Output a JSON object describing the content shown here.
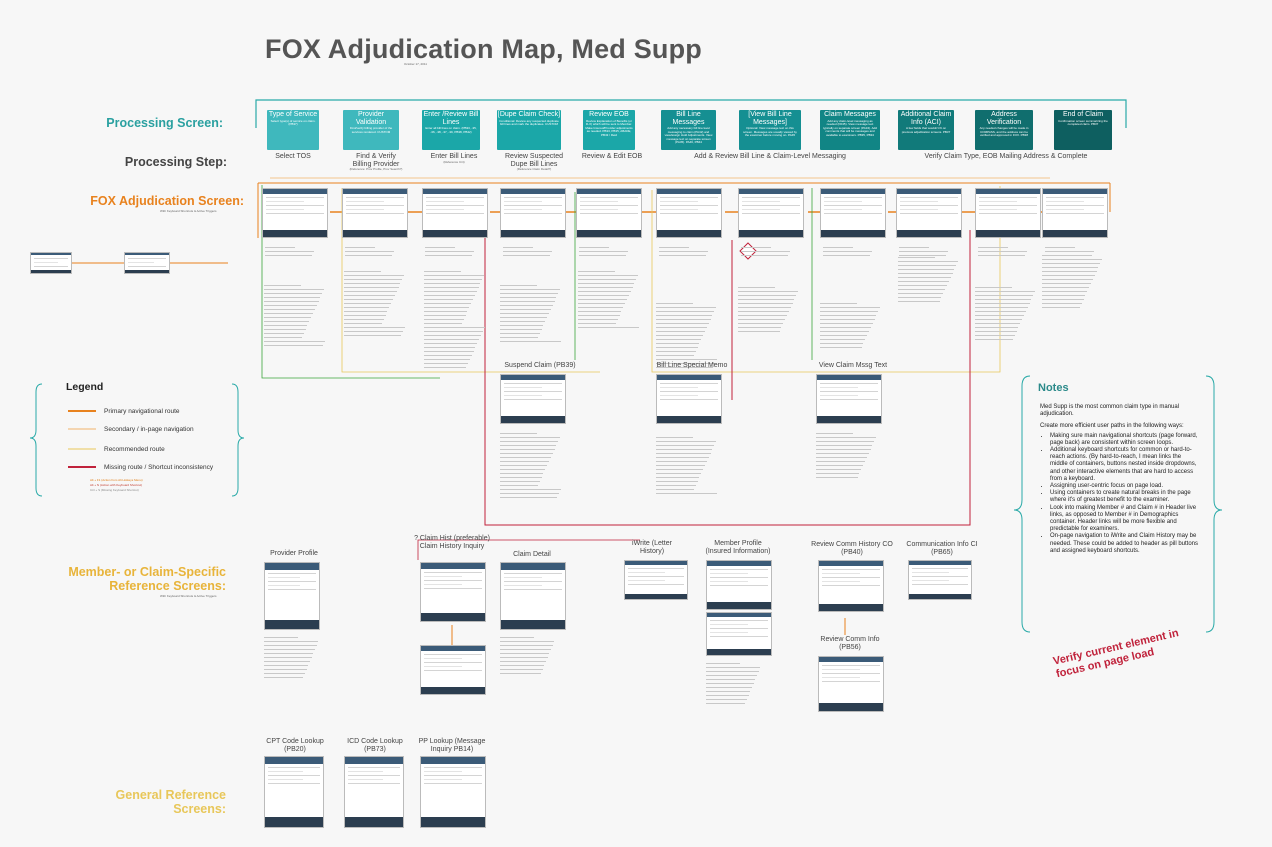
{
  "title": "FOX Adjudication Map, Med Supp",
  "date": "October 17, 2011",
  "row_labels": {
    "processing_screen": "Processing Screen:",
    "processing_step": "Processing Step:",
    "fox_screen": "FOX Adjudication Screen:",
    "fox_screen_note": "With Keyboard Shortcuts & Active Triggers",
    "member_ref": "Member- or Claim-Specific Reference Screens:",
    "member_ref_note": "With Keyboard Shortcuts & Active Triggers",
    "general_ref": "General Reference Screens:"
  },
  "processing_screens": [
    {
      "title": "Type of Service",
      "desc": "Select type(s) of service on claim. (PB37)",
      "color": "#3fb8bd"
    },
    {
      "title": "Provider Validation",
      "desc": "Find/verify billing provider of the services rendered. CUSTOM",
      "color": "#3fb8bd"
    },
    {
      "title": "Enter /Review Bill Lines",
      "desc": "Enter all bill lines on claim. (PB33, -35, -36, -38, -37, -39, PB38, PB42)",
      "color": "#1ba7a8"
    },
    {
      "title": "[Dupe Claim Check]",
      "desc": "Conditional: Review any suspected duplicate bill lines and mark the duplicates. CUSTOM",
      "color": "#1ba7a8"
    },
    {
      "title": "Review EOB",
      "desc": "Review Explanation of Benefits (or R-X) which will be sent to Member. Make Insured/Provider adjustments as needed. PB33, PB35, ABADE, PB43 / Reid",
      "color": "#1ba7a8"
    },
    {
      "title": "Bill Line Messages",
      "desc": "Add any necessary bill line level messaging to claim (PA42) and view/assign Hold Adjustments. View message text on separate screen (PA45). PA46, PB44",
      "color": "#158f92"
    },
    {
      "title": "[View Bill Line Messages]",
      "desc": "Optional: View message text on this screen. Messages are usually viewed by the examiner before moving on. PA45",
      "color": "#158f92"
    },
    {
      "title": "Claim Messages",
      "desc": "Add any claim-level messaging as needed (PA35). View message text typically on separate screen (PA34). Add comments that will be messages and available to examiners. PB35, PB34",
      "color": "#118585"
    },
    {
      "title": "Additional Claim Info (ACI)",
      "desc": "A few fields that wouldn't fit on previous adjudication screens. PB37",
      "color": "#117a7a"
    },
    {
      "title": "Address Verification",
      "desc": "Any needed changes will be made in COMPASS, and the address can be verified and approved in FOX. PB38",
      "color": "#106e6e"
    },
    {
      "title": "End of Claim",
      "desc": "Confirmation screen summarizing the completed claim. PB37",
      "color": "#0e5f60"
    }
  ],
  "processing_steps": [
    {
      "label": "Select TOS",
      "note": ""
    },
    {
      "label": "Find & Verify Billing Provider",
      "note": "(Reference: Prov Profile, Prov Search?)"
    },
    {
      "label": "Enter Bill Lines",
      "note": "(Reference Crit)"
    },
    {
      "label": "Review Suspected Dupe Bill Lines",
      "note": "(Reference Claim Detail?)"
    },
    {
      "label": "Review & Edit EOB",
      "note": ""
    },
    {
      "label": "Add & Review Bill Line & Claim-Level Messaging",
      "note": ""
    },
    {
      "label": "Verify Claim Type, EOB Mailing Address & Complete",
      "note": ""
    }
  ],
  "fox_screen_titles": {
    "suspend": "Suspend Claim (PB39)",
    "special_memo": "Bill Line Special Memo",
    "claim_mssg": "View Claim Mssg Text"
  },
  "reference_screens": [
    {
      "title": "Provider Profile"
    },
    {
      "title": "? Claim Hist (preferable) Claim History Inquiry"
    },
    {
      "title": "Claim Detail"
    },
    {
      "title": "iWrite (Letter History)"
    },
    {
      "title": "Member Profile (Insured Information)"
    },
    {
      "title": "Review Comm History CO (PB40)"
    },
    {
      "title": "Communication Info CI (PB65)"
    },
    {
      "title": "Review Comm Info (PB56)"
    }
  ],
  "general_screens": [
    {
      "title": "CPT Code Lookup (PB20)"
    },
    {
      "title": "ICD Code Lookup (PB73)"
    },
    {
      "title": "PP Lookup (Message Inquiry PB14)"
    }
  ],
  "legend": {
    "title": "Legend",
    "items": [
      {
        "label": "Primary navigational route",
        "color": "#e8821e",
        "style": "solid-thick"
      },
      {
        "label": "Secondary / in-page navigation",
        "color": "#f2b36b",
        "style": "solid-thin"
      },
      {
        "label": "Recommended route",
        "color": "#e8c75a",
        "style": "solid-thin"
      },
      {
        "label": "Missing route / Shortcut inconsistency",
        "color": "#c0223b",
        "style": "solid-thick"
      }
    ],
    "keys": [
      {
        "text": "Alt + F1 (Action from Alt Hotkeys Menu)",
        "color": "#e07a10"
      },
      {
        "text": "Alt + N (Action with Keyboard Shortcut)",
        "color": "#c0392b"
      },
      {
        "text": "Ctrl + S (Missing Keyboard Shortcut)",
        "color": "#888888"
      }
    ]
  },
  "notes": {
    "title": "Notes",
    "intro": "Med Supp is the most common claim type in manual adjudication.",
    "lead": "Create more efficient user paths in the following ways:",
    "bullets": [
      "Making sure main navigational shortcuts (page forward, page back) are consistent within screen loops.",
      "Additional keyboard shortcuts for common or hard-to-reach actions. (By hard-to-reach, I mean links the middle of containers, buttons nested inside dropdowns, and other interactive elements that are hard to access from a keyboard.",
      "Assigning user-centric focus on page load.",
      "Using containers to create natural breaks in the page where it's of greatest benefit to the examiner.",
      "Look into making Member # and Claim # in Header live links, as opposed to Member # in Demographics container. Header links will be more flexible and predictable for examiners.",
      "On-page navigation to iWrite and Claim History may be needed. These could be added to header as pill buttons and assigned keyboard shortcuts."
    ]
  },
  "stamp": "Verify current element in focus on page load",
  "tiny_labels": {
    "select": "Suspend Show all Tele Details Clear Cancel Seen",
    "return": "Return to Previous (Screen) Clear Continue (Next Screen)",
    "screen_notes": "Screen Notes:"
  },
  "colors": {
    "orange": "#e8821e",
    "light_orange": "#f2b36b",
    "red": "#c0223b",
    "teal": "#1ba7a8",
    "gold": "#e8b43a",
    "green": "#3aa53a"
  }
}
